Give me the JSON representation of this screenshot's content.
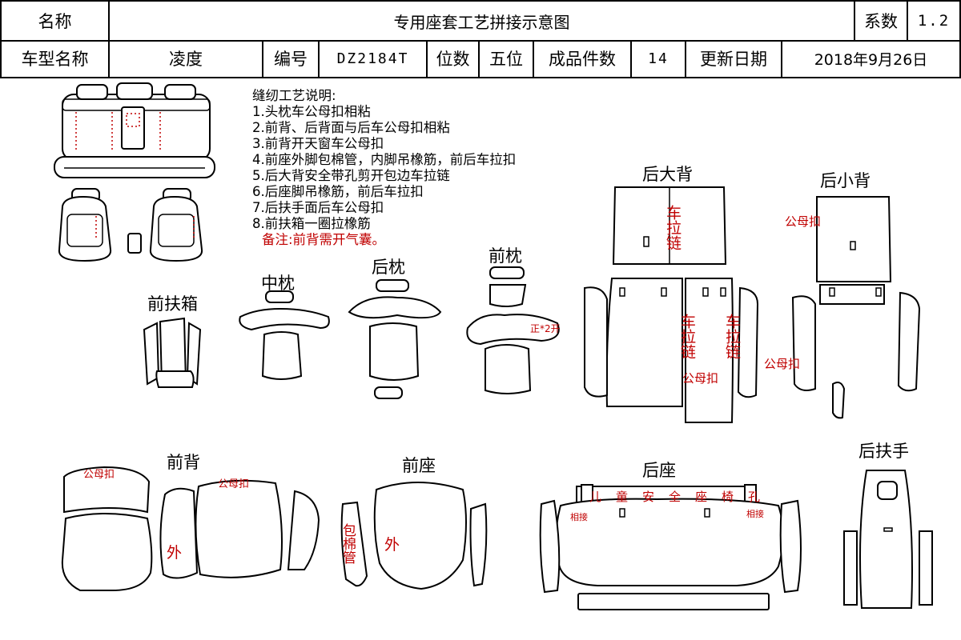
{
  "header": {
    "name_label": "名称",
    "title": "专用座套工艺拼接示意图",
    "coef_label": "系数",
    "coef_value": "1.2",
    "model_label": "车型名称",
    "model_value": "凌度",
    "code_label": "编号",
    "code_value": "DZ2184T",
    "seats_label": "位数",
    "seats_value": "五位",
    "pieces_label": "成品件数",
    "pieces_value": "14",
    "date_label": "更新日期",
    "date_value": "2018年9月26日"
  },
  "notes": {
    "title": "缝纫工艺说明:",
    "items": [
      "1.头枕车公母扣相粘",
      "2.前背、后背面与后车公母扣相粘",
      "3.前背开天窗车公母扣",
      "4.前座外脚包棉管，内脚吊橡筋，前后车拉扣",
      "5.后大背安全带孔剪开包边车拉链",
      "6.后座脚吊橡筋，前后车拉扣",
      "7.后扶手面后车公母扣",
      "8.前扶箱一圈拉橡筋"
    ],
    "remark": "备注:前背需开气囊。"
  },
  "parts": {
    "front_armbox": "前扶箱",
    "middle_pillow": "中枕",
    "rear_pillow": "后枕",
    "front_pillow": "前枕",
    "rear_big_back": "后大背",
    "rear_small_back": "后小背",
    "front_back": "前背",
    "front_seat": "前座",
    "rear_seat": "后座",
    "rear_armrest": "后扶手"
  },
  "annotations": {
    "front_pillow_note": "正*2开",
    "zipper": "车拉链",
    "snap": "公母扣",
    "outer": "外",
    "foam_tube": "包棉管",
    "child_seat": "儿童安全座椅孔",
    "stitch_connect": "相接"
  },
  "colors": {
    "annotation_red": "#c00000",
    "line": "#000000"
  }
}
